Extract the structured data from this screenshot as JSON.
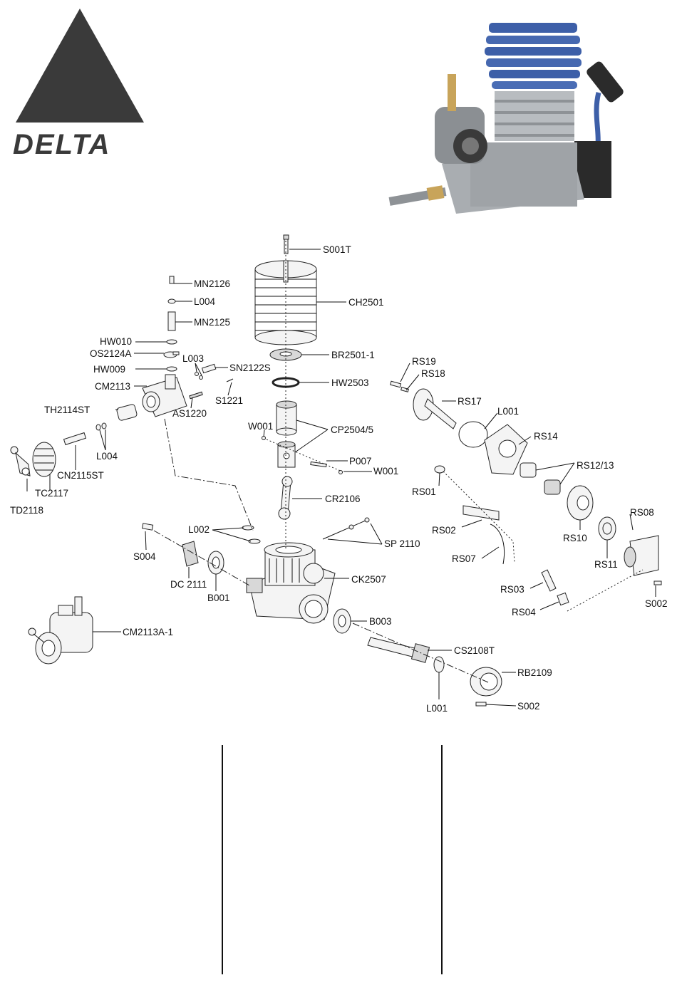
{
  "brand": {
    "logo_text": "DELTA"
  },
  "photo": {
    "alt": "engine-photo"
  },
  "parts": [
    {
      "id": "s001t",
      "label": "S001T"
    },
    {
      "id": "mn2126",
      "label": "MN2126"
    },
    {
      "id": "l004-top",
      "label": "L004"
    },
    {
      "id": "ch2501",
      "label": "CH2501"
    },
    {
      "id": "mn2125",
      "label": "MN2125"
    },
    {
      "id": "hw010",
      "label": "HW010"
    },
    {
      "id": "os2124a",
      "label": "OS2124A"
    },
    {
      "id": "l003",
      "label": "L003"
    },
    {
      "id": "br2501-1",
      "label": "BR2501-1"
    },
    {
      "id": "hw009",
      "label": "HW009"
    },
    {
      "id": "sn2122s",
      "label": "SN2122S"
    },
    {
      "id": "rs19",
      "label": "RS19"
    },
    {
      "id": "rs18",
      "label": "RS18"
    },
    {
      "id": "cm2113",
      "label": "CM2113"
    },
    {
      "id": "hw2503",
      "label": "HW2503"
    },
    {
      "id": "s1221",
      "label": "S1221"
    },
    {
      "id": "rs17",
      "label": "RS17"
    },
    {
      "id": "th2114st",
      "label": "TH2114ST"
    },
    {
      "id": "as1220",
      "label": "AS1220"
    },
    {
      "id": "l001-right",
      "label": "L001"
    },
    {
      "id": "w001-left",
      "label": "W001"
    },
    {
      "id": "cp2504-5",
      "label": "CP2504/5"
    },
    {
      "id": "rs14",
      "label": "RS14"
    },
    {
      "id": "l004-left",
      "label": "L004"
    },
    {
      "id": "p007",
      "label": "P007"
    },
    {
      "id": "rs12-13",
      "label": "RS12/13"
    },
    {
      "id": "cn2115st",
      "label": "CN2115ST"
    },
    {
      "id": "w001-right",
      "label": "W001"
    },
    {
      "id": "tc2117",
      "label": "TC2117"
    },
    {
      "id": "rs01",
      "label": "RS01"
    },
    {
      "id": "cr2106",
      "label": "CR2106"
    },
    {
      "id": "td2118",
      "label": "TD2118"
    },
    {
      "id": "rs08",
      "label": "RS08"
    },
    {
      "id": "rs02",
      "label": "RS02"
    },
    {
      "id": "l002",
      "label": "L002"
    },
    {
      "id": "rs10",
      "label": "RS10"
    },
    {
      "id": "sp2110",
      "label": "SP 2110"
    },
    {
      "id": "s004",
      "label": "S004"
    },
    {
      "id": "rs07",
      "label": "RS07"
    },
    {
      "id": "rs11",
      "label": "RS11"
    },
    {
      "id": "ck2507",
      "label": "CK2507"
    },
    {
      "id": "dc2111",
      "label": "DC 2111"
    },
    {
      "id": "rs03",
      "label": "RS03"
    },
    {
      "id": "s002-right",
      "label": "S002"
    },
    {
      "id": "b001",
      "label": "B001"
    },
    {
      "id": "rs04",
      "label": "RS04"
    },
    {
      "id": "b003",
      "label": "B003"
    },
    {
      "id": "cm2113a-1",
      "label": "CM2113A-1"
    },
    {
      "id": "cs2108t",
      "label": "CS2108T"
    },
    {
      "id": "rb2109",
      "label": "RB2109"
    },
    {
      "id": "l001-bottom",
      "label": "L001"
    },
    {
      "id": "s002-bottom",
      "label": "S002"
    }
  ],
  "colors": {
    "line": "#111111",
    "logo": "#3a3a3a",
    "head_blue": "#3d5fa8"
  }
}
